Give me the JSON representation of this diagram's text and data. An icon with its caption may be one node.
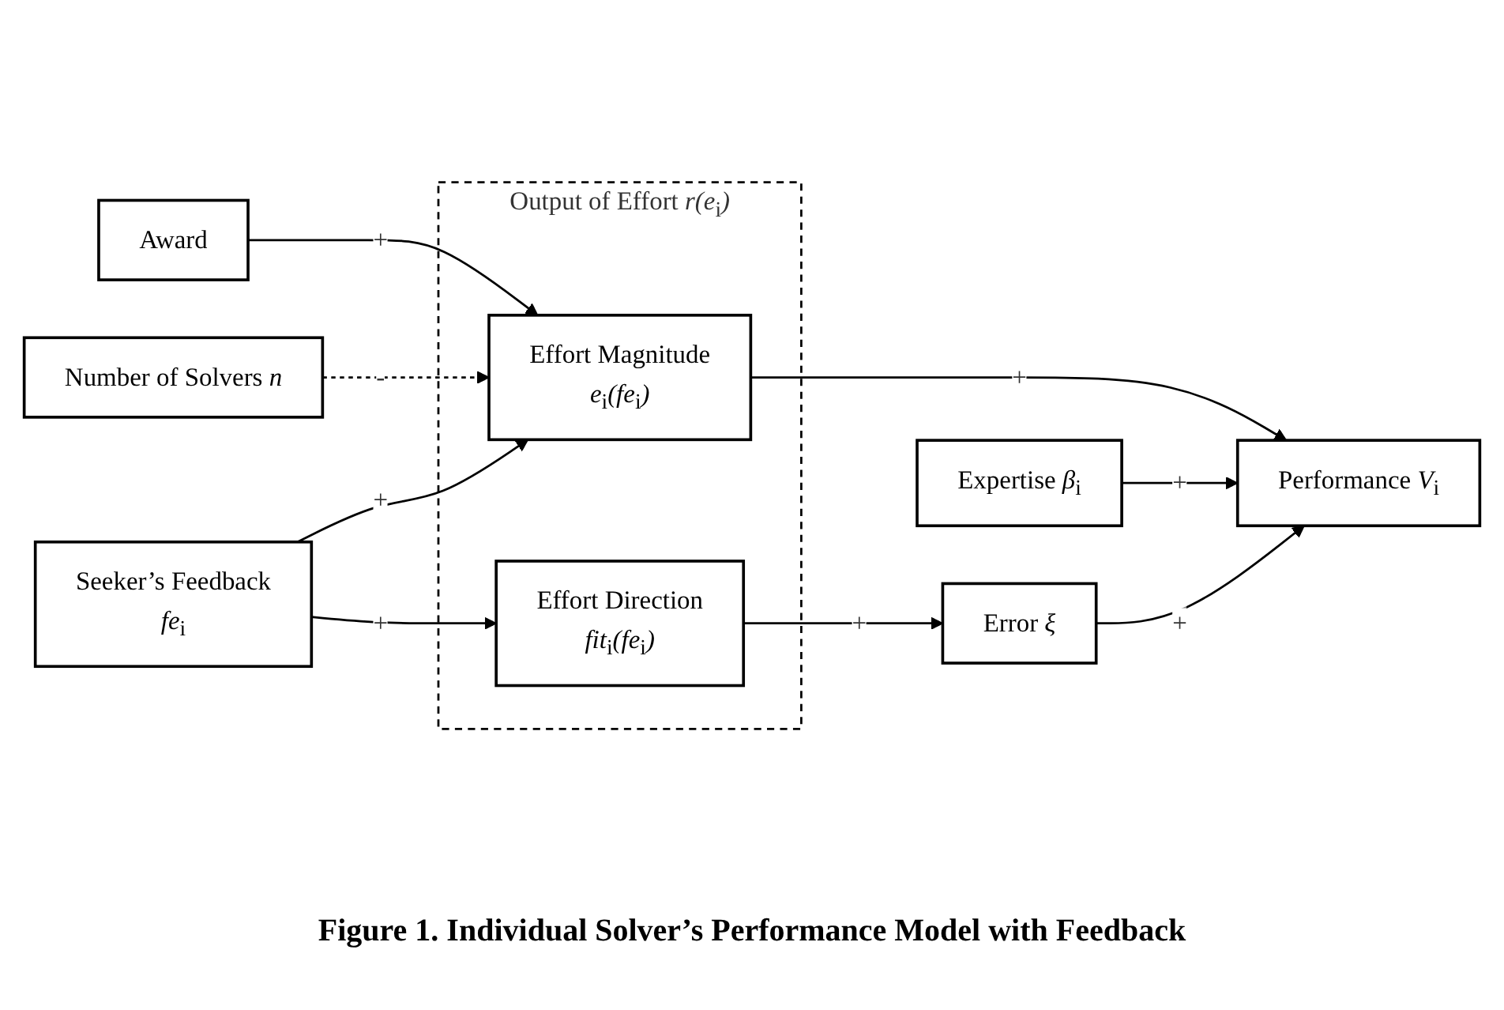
{
  "diagram": {
    "caption": "Figure 1.  Individual Solver’s Performance Model with Feedback",
    "nodes": [
      {
        "text": [
          "Award"
        ]
      },
      {
        "text": [
          "Number of Solvers *n*"
        ]
      },
      {
        "text": [
          "Seeker’s Feedback",
          "*fe*$_{i}$"
        ]
      },
      {
        "text": [
          "Output of Effort *r(e*$_{i}$*)*"
        ]
      },
      {
        "text": [
          "Effort Magnitude",
          "*e*$_{i}$*(fe*$_{i}$*)*"
        ],
        "in": 3
      },
      {
        "text": [
          "Effort Direction",
          "*fit*$_{i}$*(fe*$_{i}$*)*"
        ],
        "in": 3
      },
      {
        "text": [
          "Expertise *β*$_{i}$"
        ]
      },
      {
        "text": [
          "Performance *V*$_{i}$"
        ]
      },
      {
        "text": [
          "Error *ξ*"
        ]
      }
    ],
    "edges": [
      {
        "from": 0,
        "to": 4,
        "arrow": "to",
        "label": "+"
      },
      {
        "from": 1,
        "to": 4,
        "arrow": "to",
        "label": "-",
        "style": "dashed"
      },
      {
        "from": 2,
        "to": 4,
        "arrow": "to",
        "label": "+"
      },
      {
        "from": 2,
        "to": 5,
        "arrow": "to",
        "label": "+"
      },
      {
        "from": 4,
        "to": 7,
        "arrow": "to",
        "label": "+"
      },
      {
        "from": 5,
        "to": 8,
        "arrow": "to",
        "label": "+"
      },
      {
        "from": 6,
        "to": 7,
        "arrow": "to",
        "label": "+"
      },
      {
        "from": 8,
        "to": 7,
        "arrow": "to",
        "label": "+"
      }
    ]
  }
}
